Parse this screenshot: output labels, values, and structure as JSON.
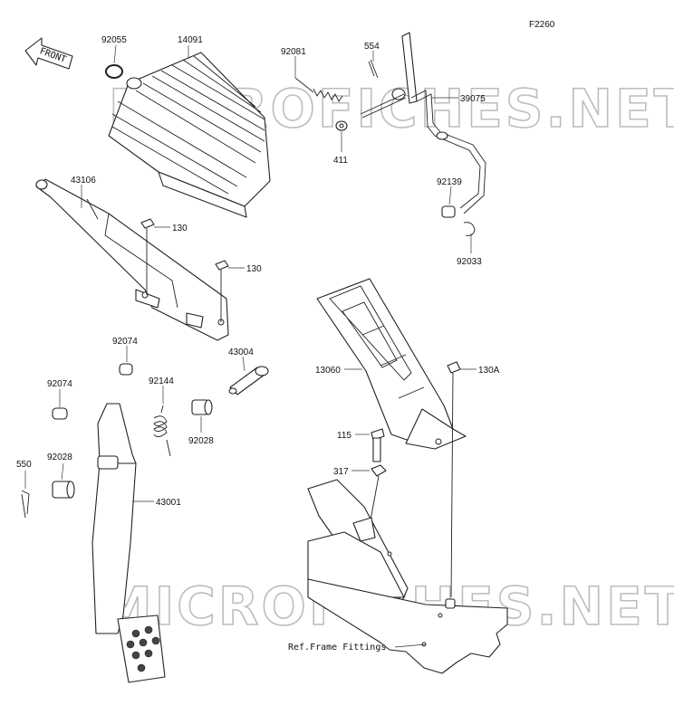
{
  "diagram_code": "F2260",
  "front_label": "FRONT",
  "watermark": "MICROFICHES.NET",
  "callouts": {
    "p92055": "92055",
    "p14091": "14091",
    "p92081": "92081",
    "p554": "554",
    "p39075": "39075",
    "p411": "411",
    "p43106": "43106",
    "p130a": "130",
    "p130b": "130",
    "p92139": "92139",
    "p92033": "92033",
    "p92074a": "92074",
    "p43004": "43004",
    "p13060": "13060",
    "p130A": "130A",
    "p92074b": "92074",
    "p92144": "92144",
    "p92028a": "92028",
    "p115": "115",
    "p550": "550",
    "p92028b": "92028",
    "p317": "317",
    "p43001": "43001",
    "ref_frame": "Ref.Frame Fittings"
  }
}
